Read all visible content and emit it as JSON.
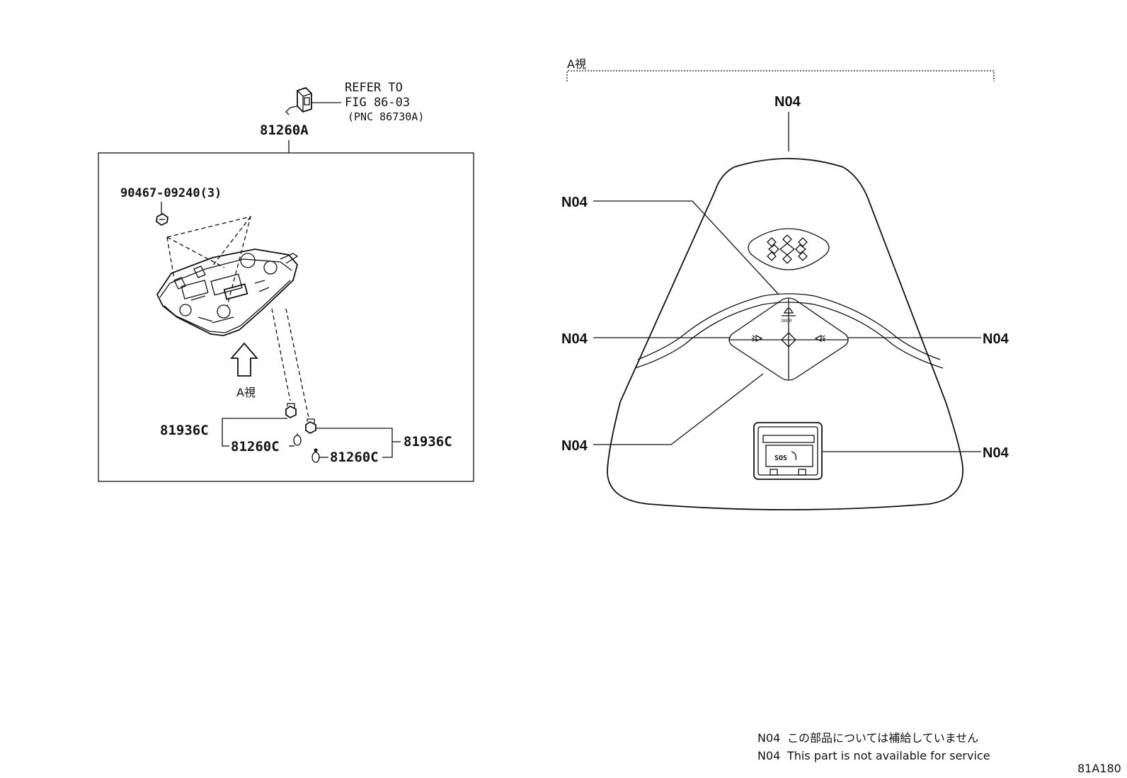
{
  "left_panel": {
    "refer_line1": "REFER TO",
    "refer_line2": "FIG 86-03",
    "refer_line3": "(PNC 86730A)",
    "assembly_part": "81260A",
    "screw_part": "90467-09240(3)",
    "view_arrow_label": "A視",
    "lamp_left_socket": "81936C",
    "lamp_left_bulb": "81260C",
    "lamp_right_bulb": "81260C",
    "lamp_right_socket": "81936C"
  },
  "right_panel": {
    "view_title": "A視",
    "callouts": [
      "N04",
      "N04",
      "N04",
      "N04",
      "N04",
      "N04"
    ],
    "button_texts": {
      "door": "DOOR",
      "sos": "SOS"
    }
  },
  "notes": {
    "line1_code": "N04",
    "line1_text": "この部品については補給していません",
    "line2_code": "N04",
    "line2_text": "This part is not available for service"
  },
  "figure_code": "81A180",
  "colors": {
    "ink": "#111111",
    "background": "#ffffff"
  }
}
